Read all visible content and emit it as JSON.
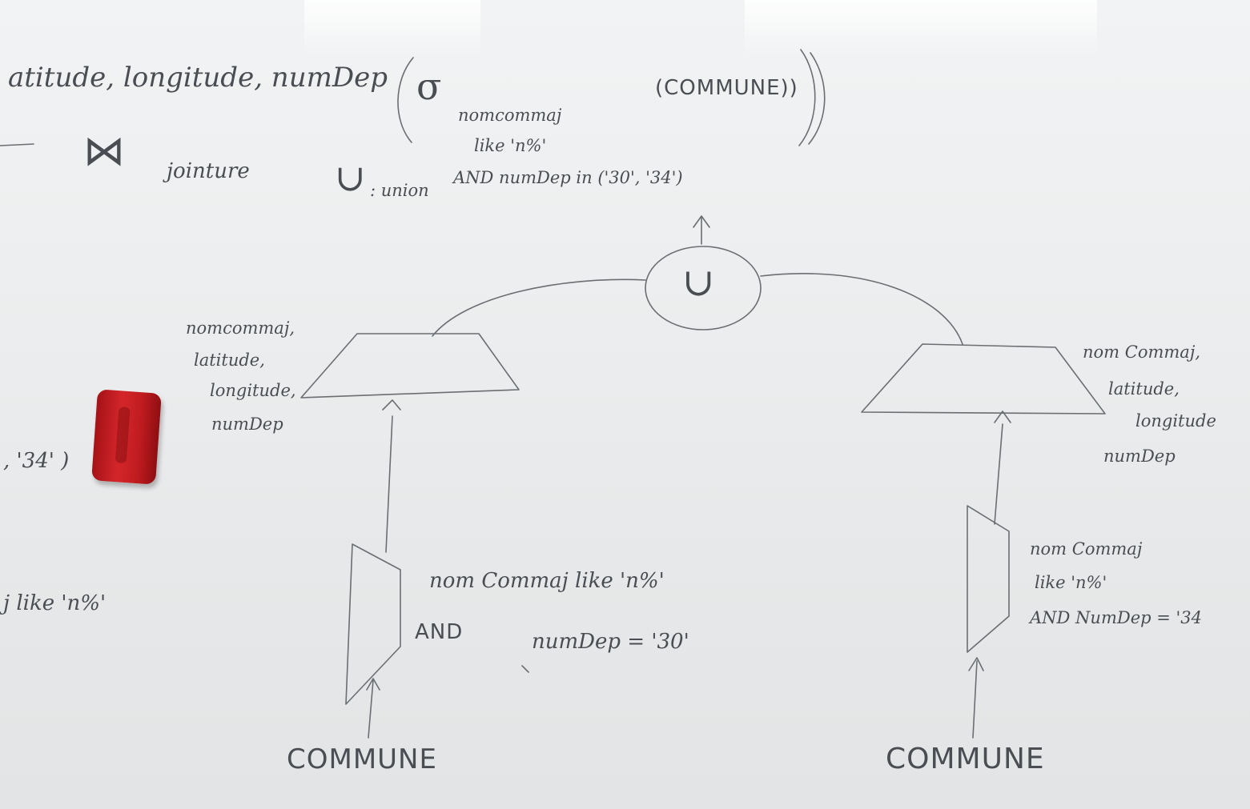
{
  "whiteboard": {
    "top_expression": {
      "projection_attrs": "atitude, longitude, numDep",
      "open_paren": "(",
      "sigma_symbol": "σ",
      "condition_line1": "nomcommaj",
      "condition_line2": "like 'n%'",
      "condition_line3": "AND numDep in ('30', '34')",
      "relation": "(COMMUNE))"
    },
    "legend": {
      "join_symbol": "⋈",
      "join_label": "jointure",
      "union_symbol": "∪",
      "union_label": ": union"
    },
    "left_margin": {
      "fragment_34": ", '34' )",
      "fragment_like": "j like 'n%'"
    },
    "tree": {
      "root_symbol": "∪",
      "left_projection_attrs": [
        "nomcommaj,",
        "latitude,",
        "longitude,",
        "numDep"
      ],
      "right_projection_attrs": [
        "nom Commaj,",
        "latitude,",
        "longitude",
        "numDep"
      ],
      "left_selection": [
        "nom Commaj like 'n%'",
        "AND",
        "numDep = '30'"
      ],
      "right_selection": [
        "nom Commaj",
        "like 'n%'",
        "AND NumDep = '34"
      ],
      "left_leaf": "COMMUNE",
      "right_leaf": "COMMUNE"
    },
    "colors": {
      "ink": "#4a4d52",
      "eraser": "#c61f23",
      "board": "#eceeef"
    }
  }
}
